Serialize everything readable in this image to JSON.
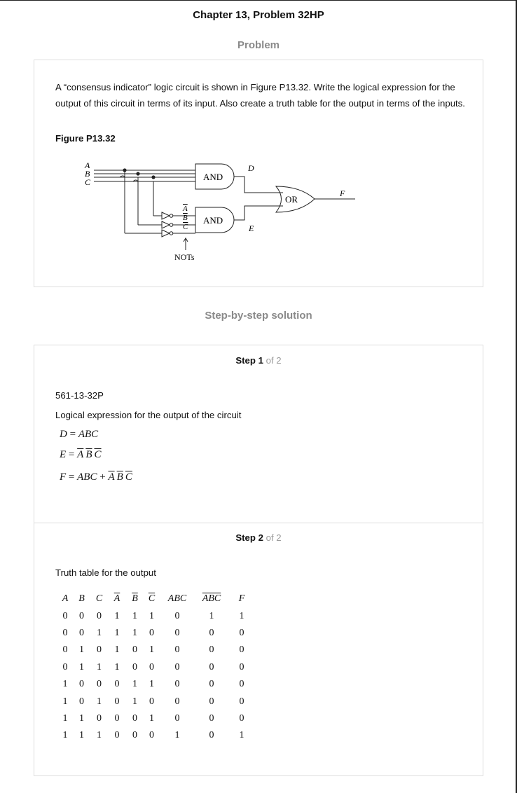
{
  "page": {
    "title": "Chapter 13, Problem 32HP",
    "problem_heading": "Problem",
    "solution_heading": "Step-by-step solution"
  },
  "problem": {
    "text": "A “consensus indicator” logic circuit is shown in Figure P13.32. Write the logical expression for the output of this circuit in terms of its input. Also create a truth table for the output in terms of the inputs.",
    "figure_label": "Figure P13.32",
    "figure": {
      "inputs": [
        "A",
        "B",
        "C"
      ],
      "gate_and_top": "AND",
      "gate_and_bottom": "AND",
      "gate_or": "OR",
      "label_d": "D",
      "label_e": "E",
      "label_f": "F",
      "not_labels": [
        "A",
        "B",
        "C"
      ],
      "nots_label": "NOTs"
    }
  },
  "step1": {
    "step_word": "Step",
    "number": "1",
    "of": "of 2",
    "id_text": "561-13-32P",
    "intro": "Logical expression for the output of the circuit",
    "eq_d": {
      "lhs": "D",
      "eq": " = ",
      "rhs": "ABC"
    },
    "eq_e": {
      "lhs": "E",
      "eq": " = ",
      "rhs": [
        "A",
        "B",
        "C"
      ]
    },
    "eq_f": {
      "lhs": "F",
      "eq": " = ",
      "term1": "ABC",
      "plus": " + ",
      "rhs": [
        "A",
        "B",
        "C"
      ]
    }
  },
  "step2": {
    "step_word": "Step",
    "number": "2",
    "of": "of 2",
    "intro": "Truth table for the output",
    "headers": [
      "A",
      "B",
      "C",
      "A",
      "B",
      "C",
      "ABC",
      "ABC",
      "F"
    ],
    "rows": [
      [
        "0",
        "0",
        "0",
        "1",
        "1",
        "1",
        "0",
        "1",
        "1"
      ],
      [
        "0",
        "0",
        "1",
        "1",
        "1",
        "0",
        "0",
        "0",
        "0"
      ],
      [
        "0",
        "1",
        "0",
        "1",
        "0",
        "1",
        "0",
        "0",
        "0"
      ],
      [
        "0",
        "1",
        "1",
        "1",
        "0",
        "0",
        "0",
        "0",
        "0"
      ],
      [
        "1",
        "0",
        "0",
        "0",
        "1",
        "1",
        "0",
        "0",
        "0"
      ],
      [
        "1",
        "0",
        "1",
        "0",
        "1",
        "0",
        "0",
        "0",
        "0"
      ],
      [
        "1",
        "1",
        "0",
        "0",
        "0",
        "1",
        "0",
        "0",
        "0"
      ],
      [
        "1",
        "1",
        "1",
        "0",
        "0",
        "0",
        "1",
        "0",
        "1"
      ]
    ]
  }
}
